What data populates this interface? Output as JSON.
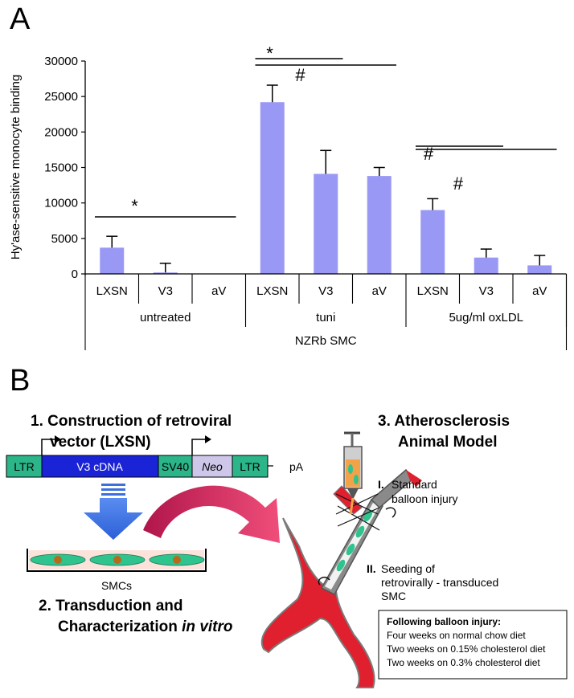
{
  "panel_a": {
    "label": "A",
    "chart_data": {
      "type": "bar",
      "title": "",
      "ylabel": "Hy'ase-sensitive monocyte binding",
      "ylim": [
        0,
        30000
      ],
      "yticks": [
        "0",
        "5000",
        "10000",
        "15000",
        "20000",
        "25000",
        "30000"
      ],
      "categories": [
        "LXSN",
        "V3",
        "aV",
        "LXSN",
        "V3",
        "aV",
        "LXSN",
        "V3",
        "aV"
      ],
      "values": [
        3700,
        200,
        0,
        24200,
        14100,
        13800,
        9000,
        2300,
        1200
      ],
      "errors": [
        1600,
        1300,
        0,
        2400,
        3300,
        1200,
        1600,
        1200,
        1400
      ],
      "groups": [
        "untreated",
        "tuni",
        "5ug/ml oxLDL"
      ],
      "group_label": "NZRb SMC",
      "bar_color": "#9999f5",
      "significance": [
        {
          "symbol": "*",
          "from": 0,
          "to": 2
        },
        {
          "symbol": "*",
          "from": 3,
          "to": 4
        },
        {
          "symbol": "#",
          "from": 3,
          "to": 5
        },
        {
          "symbol": "#",
          "from": 6,
          "to": 7
        },
        {
          "symbol": "#",
          "from": 6,
          "to": 8
        }
      ]
    }
  },
  "panel_b": {
    "label": "B",
    "step1_line1": "1. Construction of retroviral",
    "step1_line2": "vector (LXSN)",
    "vector": {
      "ltr_left": "LTR",
      "cdna": "V3 cDNA",
      "sv40": "SV40",
      "neo": "Neo",
      "ltr_right": "LTR",
      "pa": "pA"
    },
    "smcs": "SMCs",
    "step2_line1": "2. Transduction and",
    "step2_line2a": "Characterization ",
    "step2_line2b": "in vitro",
    "step3_line1": "3. Atherosclerosis",
    "step3_line2": "Animal Model",
    "inj1_num": "I.",
    "inj1_line1": "Standard",
    "inj1_line2": "balloon injury",
    "inj2_num": "II.",
    "inj2_line1": "Seeding of",
    "inj2_line2": "retrovirally - transduced",
    "inj2_line3": "SMC",
    "box_title": "Following balloon injury:",
    "box_lines": [
      "Four weeks on normal chow diet",
      "Two weeks on 0.15% cholesterol diet",
      "Two weeks on 0.3% cholesterol diet"
    ],
    "colors": {
      "ltr": "#2bb589",
      "cdna": "#1a23d6",
      "neo": "#cfc7ea",
      "arrow_blue": "#3b6fe0",
      "arrow_red": "#d41e55",
      "vessel": "#e0202e",
      "cell": "#2fc48e"
    }
  }
}
